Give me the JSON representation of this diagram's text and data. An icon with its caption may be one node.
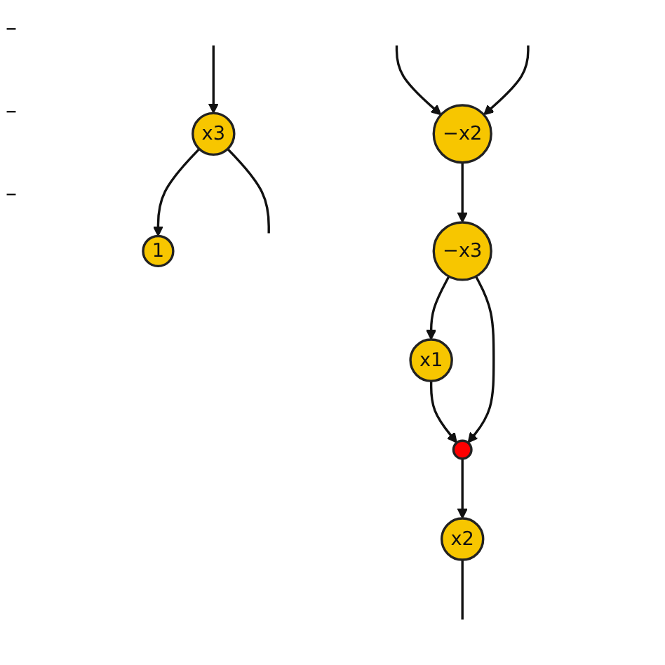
{
  "diagram": {
    "nodes": [
      {
        "text": [
          "1"
        ]
      },
      {
        "text": [
          "x3"
        ]
      },
      {
        "text": [
          "x1"
        ]
      },
      {
        "text": [],
        "shape": "circle"
      },
      {
        "text": [
          "−x3"
        ]
      },
      {
        "text": [
          "x2"
        ]
      },
      {
        "text": [
          "−x2"
        ]
      }
    ],
    "edges": [
      {
        "from": 1,
        "to": 0,
        "arrow": "to"
      },
      {
        "from": null,
        "to": 1,
        "arrow": "to"
      },
      {
        "from": 1,
        "to": null,
        "arrow": "none"
      },
      {
        "from": 2,
        "to": 3,
        "arrow": "to"
      },
      {
        "from": 4,
        "to": 2,
        "arrow": "to"
      },
      {
        "from": 4,
        "to": 3,
        "arrow": "to"
      },
      {
        "from": 3,
        "to": 5,
        "arrow": "to"
      },
      {
        "from": 6,
        "to": 4,
        "arrow": "to"
      },
      {
        "from": 5,
        "to": null,
        "arrow": "none"
      },
      {
        "from": null,
        "to": 6,
        "arrow": "to"
      },
      {
        "from": null,
        "to": 6,
        "arrow": "to"
      }
    ],
    "labels": [
      "–",
      "–",
      "–"
    ]
  }
}
